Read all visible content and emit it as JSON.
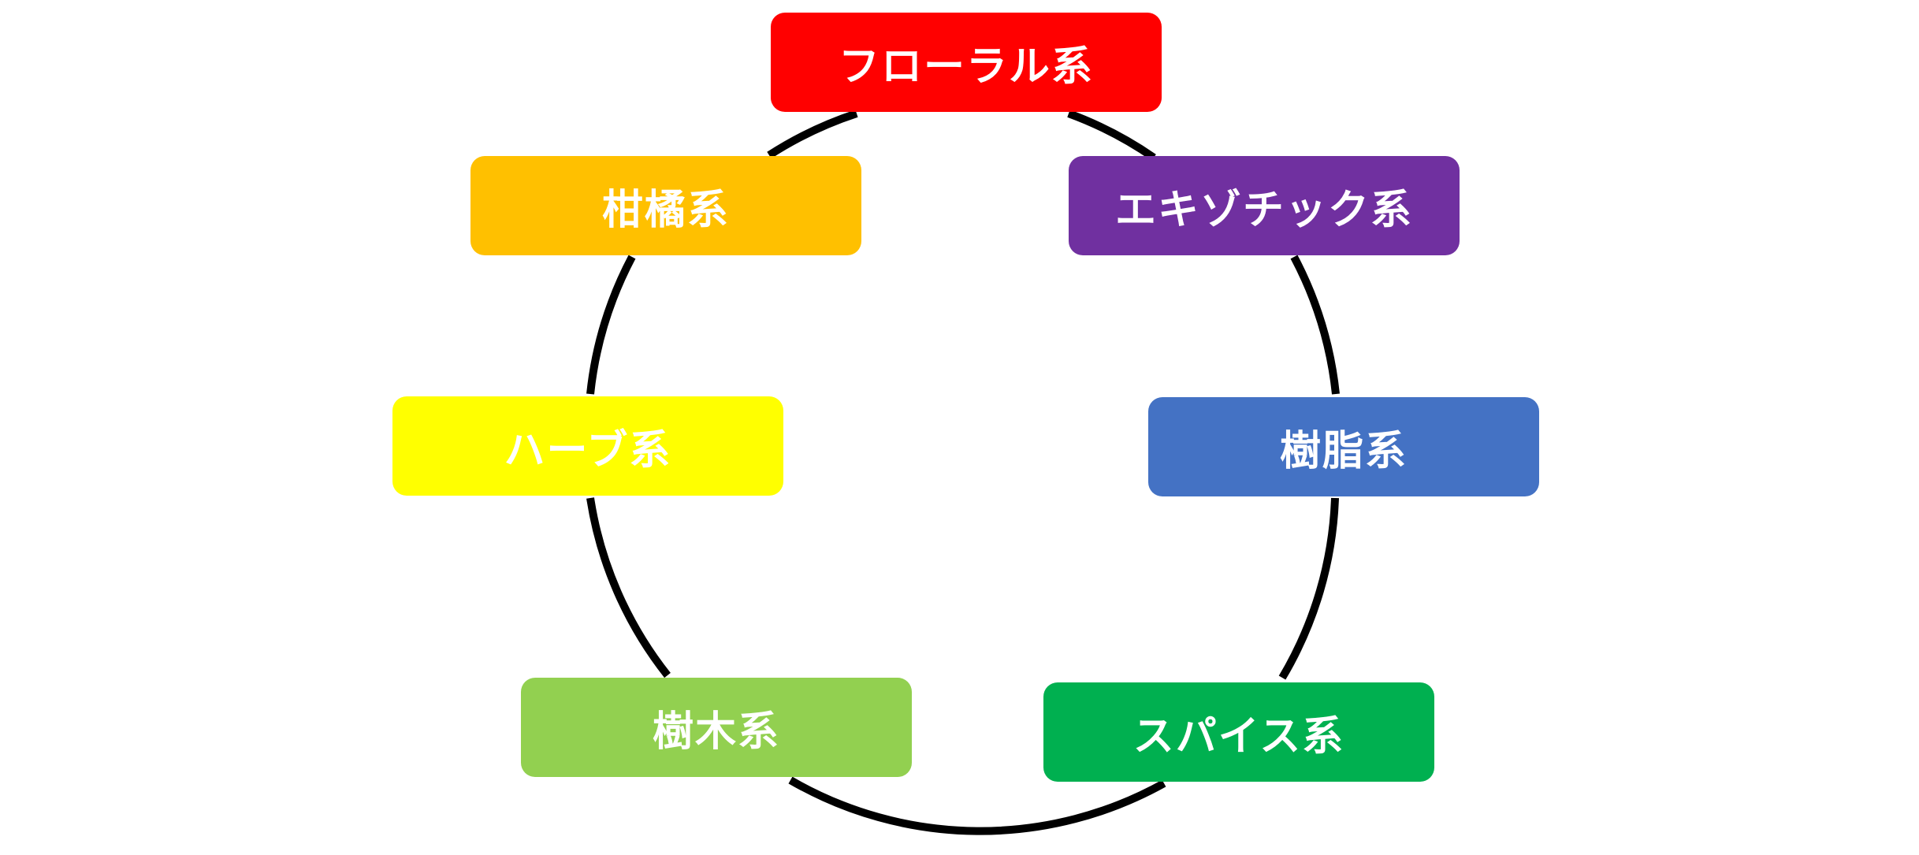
{
  "diagram": {
    "ring_color": "#000000",
    "nodes": [
      {
        "key": "floral",
        "label": "フローラル系",
        "color": "#ff0000"
      },
      {
        "key": "exotic",
        "label": "エキゾチック系",
        "color": "#7030a0"
      },
      {
        "key": "resin",
        "label": "樹脂系",
        "color": "#4472c4"
      },
      {
        "key": "spice",
        "label": "スパイス系",
        "color": "#00b050"
      },
      {
        "key": "woody",
        "label": "樹木系",
        "color": "#92d050"
      },
      {
        "key": "herb",
        "label": "ハーブ系",
        "color": "#ffff00"
      },
      {
        "key": "citrus",
        "label": "柑橘系",
        "color": "#ffc000"
      }
    ]
  }
}
